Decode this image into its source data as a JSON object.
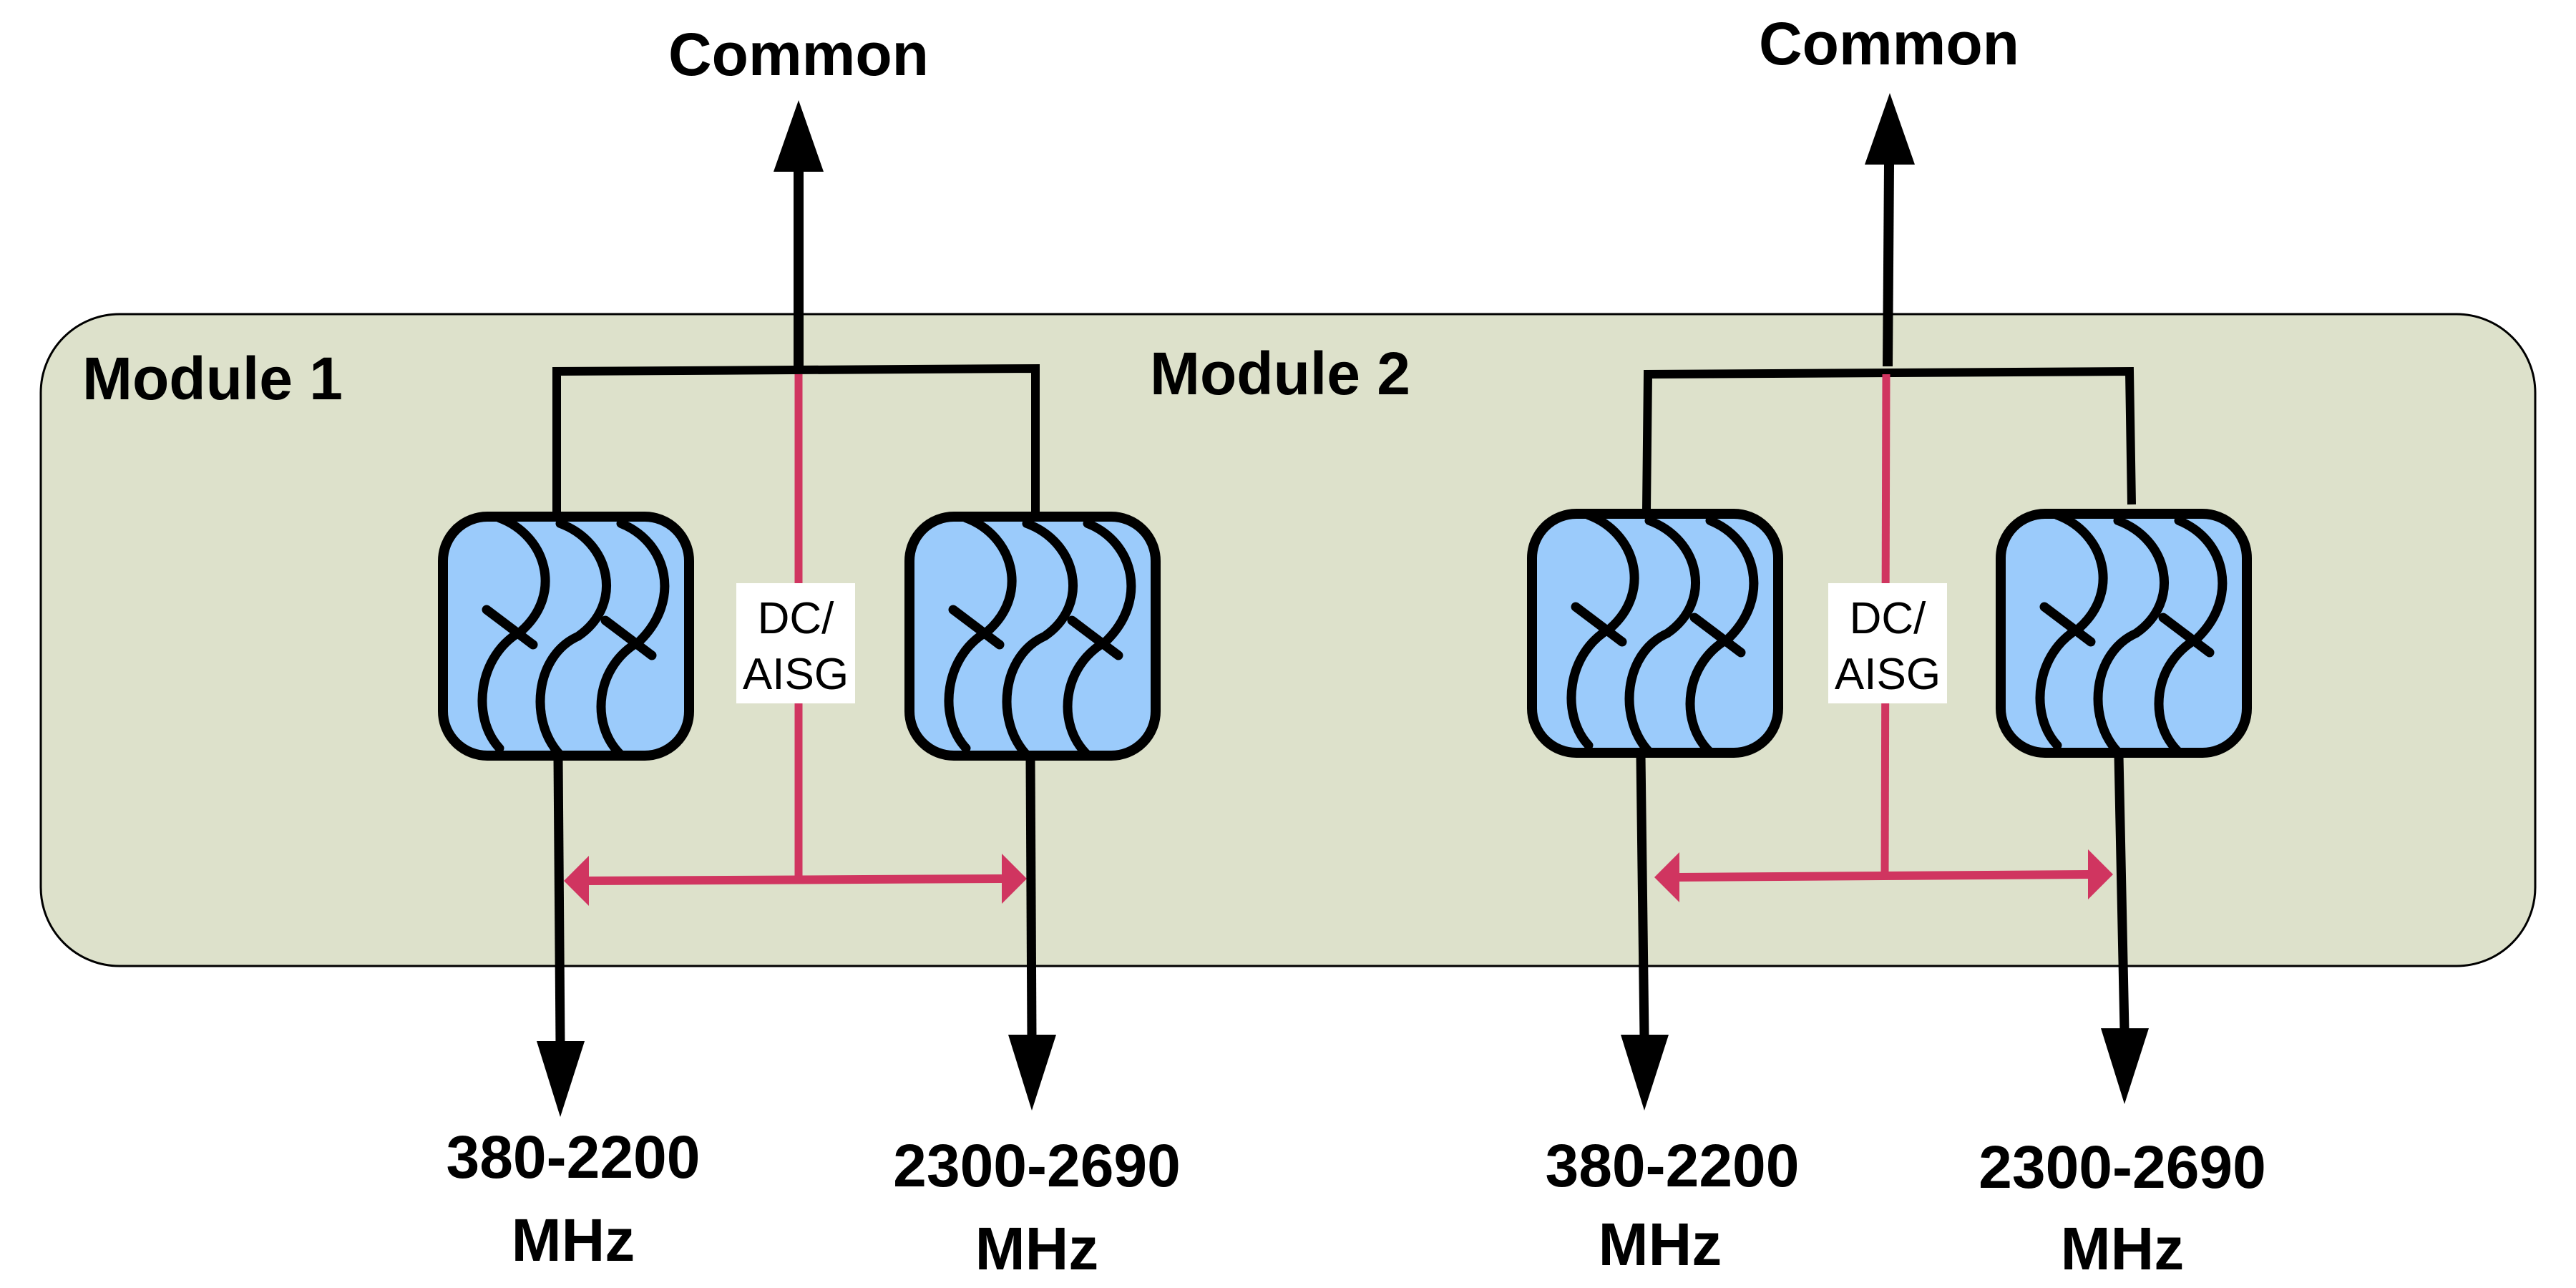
{
  "colors": {
    "module_fill": "#dde1cb",
    "filter_fill": "#9bcbfb",
    "dc_line": "#d03560",
    "line": "#000000",
    "label_bg": "#ffffff"
  },
  "modules": [
    {
      "label": "Module 1"
    },
    {
      "label": "Module 2"
    }
  ],
  "groups": [
    {
      "common_label": "Common",
      "dc_label_line1": "DC/",
      "dc_label_line2": "AISG",
      "outputs": [
        {
          "band": "380-2200",
          "unit": "MHz"
        },
        {
          "band": "2300-2690",
          "unit": "MHz"
        }
      ],
      "filters": [
        {
          "name": "bandpass-filter",
          "icon": "filter-icon"
        },
        {
          "name": "bandpass-filter",
          "icon": "filter-icon"
        }
      ]
    },
    {
      "common_label": "Common",
      "dc_label_line1": "DC/",
      "dc_label_line2": "AISG",
      "outputs": [
        {
          "band": "380-2200",
          "unit": "MHz"
        },
        {
          "band": "2300-2690",
          "unit": "MHz"
        }
      ],
      "filters": [
        {
          "name": "bandpass-filter",
          "icon": "filter-icon"
        },
        {
          "name": "bandpass-filter",
          "icon": "filter-icon"
        }
      ]
    }
  ]
}
